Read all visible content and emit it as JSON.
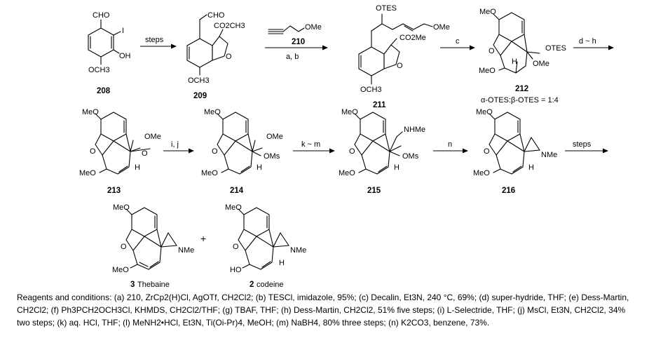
{
  "compounds": {
    "c208": {
      "number": "208",
      "labels": [
        "CHO",
        "I",
        "OH",
        "OCH3"
      ]
    },
    "c209": {
      "number": "209",
      "labels": [
        "CHO",
        "CO2CH3",
        "O",
        "OCH3"
      ]
    },
    "c210": {
      "number": "210",
      "labels": [
        "OMe"
      ]
    },
    "c211": {
      "number": "211",
      "labels": [
        "OTES",
        "OMe",
        "CO2Me",
        "O",
        "OCH3"
      ]
    },
    "c212": {
      "number": "212",
      "labels": [
        "MeO",
        "O",
        "OTES",
        "OMe",
        "H",
        "MeO"
      ],
      "ratio": "α-OTES:β-OTES = 1:4"
    },
    "c213": {
      "number": "213",
      "labels": [
        "MeO",
        "OMe",
        "O",
        "O",
        "H",
        "MeO"
      ]
    },
    "c214": {
      "number": "214",
      "labels": [
        "MeO",
        "OMe",
        "O",
        "OMs",
        "H",
        "MeO"
      ]
    },
    "c215": {
      "number": "215",
      "labels": [
        "MeO",
        "NHMe",
        "O",
        "OMs",
        "H",
        "MeO"
      ]
    },
    "c216": {
      "number": "216",
      "labels": [
        "MeO",
        "O",
        "NMe",
        "H",
        "MeO"
      ]
    },
    "c3": {
      "number": "3",
      "name": "Thebaine",
      "labels": [
        "MeO",
        "O",
        "NMe",
        "MeO"
      ]
    },
    "c2": {
      "number": "2",
      "name": "codeine",
      "labels": [
        "MeO",
        "O",
        "NMe",
        "H",
        "HO"
      ]
    }
  },
  "arrows": {
    "a1": {
      "label": "steps"
    },
    "a2": {
      "label": "a, b"
    },
    "a3": {
      "label": "c"
    },
    "a4": {
      "label": "d ~ h"
    },
    "a5": {
      "label": "i, j"
    },
    "a6": {
      "label": "k ~ m"
    },
    "a7": {
      "label": "n"
    },
    "a8": {
      "label": "steps"
    }
  },
  "plus": "+",
  "conditions": "Reagents and conditions: (a) 210, ZrCp2(H)Cl, AgOTf, CH2Cl2; (b) TESCl, imidazole, 95%; (c) Decalin, Et3N, 240 °C, 69%; (d) super-hydride, THF; (e) Dess-Martin, CH2Cl2; (f) Ph3PCH2OCH3Cl, KHMDS, CH2Cl2/THF; (g) TBAF, THF; (h) Dess-Martin, CH2Cl2, 51% five steps; (i) L-Selectride, THF; (j) MsCl, Et3N, CH2Cl2, 34% two steps; (k) aq. HCl, THF; (l) MeNH2•HCl, Et3N, Ti(Oi-Pr)4, MeOH; (m) NaBH4, 80% three steps; (n) K2CO3, benzene, 73%."
}
